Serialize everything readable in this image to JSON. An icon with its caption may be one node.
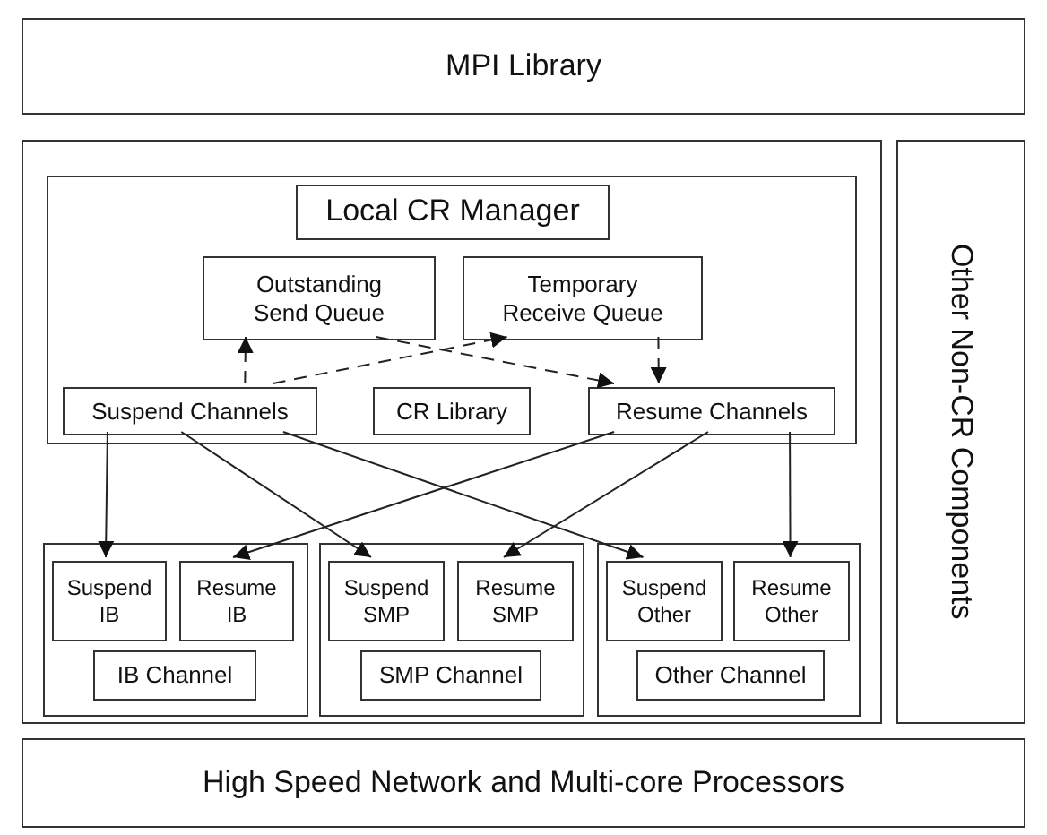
{
  "diagram": {
    "nodes": [
      {
        "text": [
          "MPI Library"
        ]
      },
      {
        "text": [],
        "shape": "box"
      },
      {
        "text": [],
        "shape": "box",
        "in": 1
      },
      {
        "text": [
          "Local CR Manager"
        ],
        "in": 2
      },
      {
        "text": [
          "Outstanding Send Queue"
        ],
        "in": 2
      },
      {
        "text": [
          "Temporary Receive Queue"
        ],
        "in": 2
      },
      {
        "text": [
          "Suspend Channels"
        ],
        "in": 2
      },
      {
        "text": [
          "CR Library"
        ],
        "in": 2
      },
      {
        "text": [
          "Resume Channels"
        ],
        "in": 2
      },
      {
        "text": [],
        "shape": "box",
        "in": 1
      },
      {
        "text": [
          "Suspend IB"
        ],
        "in": 9
      },
      {
        "text": [
          "Resume IB"
        ],
        "in": 9
      },
      {
        "text": [
          "IB Channel"
        ],
        "in": 9
      },
      {
        "text": [],
        "shape": "box",
        "in": 1
      },
      {
        "text": [
          "Suspend SMP"
        ],
        "in": 13
      },
      {
        "text": [
          "Resume SMP"
        ],
        "in": 13
      },
      {
        "text": [
          "SMP Channel"
        ],
        "in": 13
      },
      {
        "text": [],
        "shape": "box",
        "in": 1
      },
      {
        "text": [
          "Suspend Other"
        ],
        "in": 17
      },
      {
        "text": [
          "Resume Other"
        ],
        "in": 17
      },
      {
        "text": [
          "Other Channel"
        ],
        "in": 17
      },
      {
        "text": [
          "Other Non-CR Components"
        ]
      },
      {
        "text": [
          "High Speed Network and Multi-core Processors"
        ]
      }
    ],
    "edges": [
      {
        "from": 6,
        "to": 4,
        "arrow": "to",
        "style": "dashed"
      },
      {
        "from": 6,
        "to": 5,
        "arrow": "to",
        "style": "dashed"
      },
      {
        "from": 4,
        "to": 8,
        "arrow": "to",
        "style": "dashed"
      },
      {
        "from": 5,
        "to": 8,
        "arrow": "to",
        "style": "dashed"
      },
      {
        "from": 6,
        "to": 10,
        "arrow": "to"
      },
      {
        "from": 6,
        "to": 14,
        "arrow": "to"
      },
      {
        "from": 6,
        "to": 18,
        "arrow": "to"
      },
      {
        "from": 8,
        "to": 11,
        "arrow": "to"
      },
      {
        "from": 8,
        "to": 15,
        "arrow": "to"
      },
      {
        "from": 8,
        "to": 19,
        "arrow": "to"
      }
    ]
  }
}
